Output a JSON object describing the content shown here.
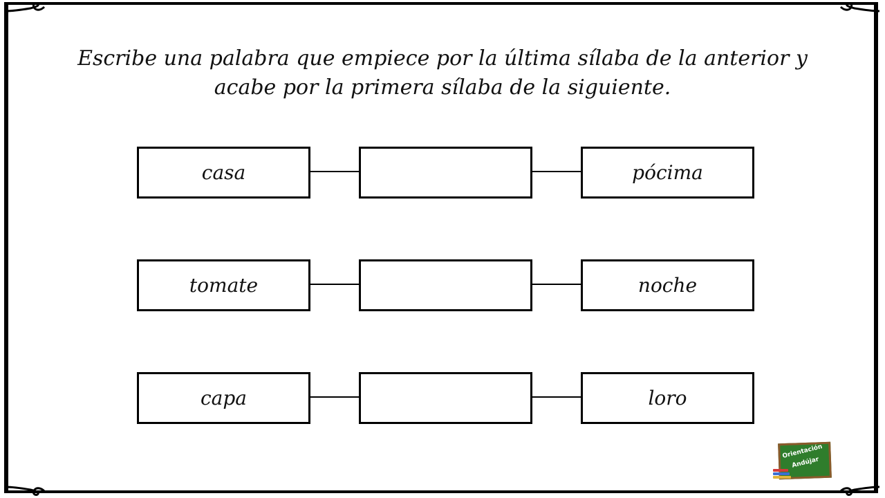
{
  "worksheet": {
    "instruction_line1": "Escribe una palabra que empiece por la última sílaba de la anterior y",
    "instruction_line2": "acabe por la primera sílaba de la siguiente.",
    "rows": [
      {
        "left_word": "casa",
        "middle_word": "",
        "right_word": "pócima"
      },
      {
        "left_word": "tomate",
        "middle_word": "",
        "right_word": "noche"
      },
      {
        "left_word": "capa",
        "middle_word": "",
        "right_word": "loro"
      }
    ]
  },
  "logo": {
    "line1": "Orientación",
    "line2": "Andújar",
    "board_color": "#2f7d2c",
    "frame_color": "#8a5a2b"
  },
  "colors": {
    "ink": "#111111",
    "border": "#000000",
    "background": "#ffffff"
  }
}
